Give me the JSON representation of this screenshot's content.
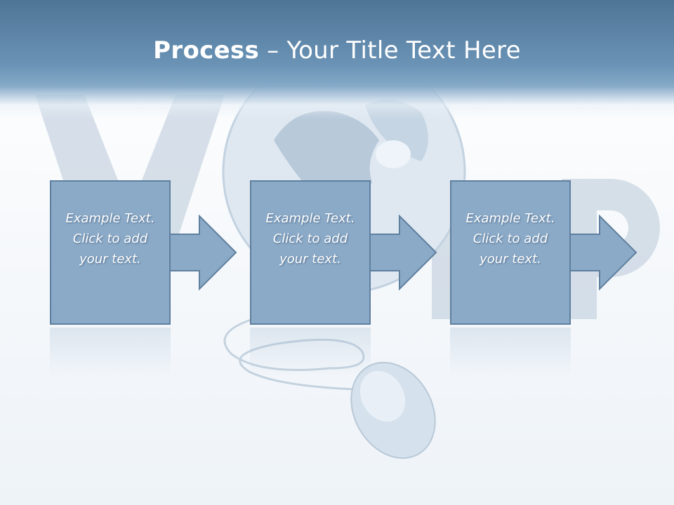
{
  "slide": {
    "title_bold": "Process",
    "title_rest": " – Your Title Text Here"
  },
  "steps": [
    {
      "text": "Example Text.\nClick  to add\nyour text."
    },
    {
      "text": "Example Text.\nClick  to add\nyour text."
    },
    {
      "text": "Example Text.\nClick  to add\nyour text."
    }
  ],
  "colors": {
    "header": "#5b82a5",
    "box_fill": "#8aaac8",
    "box_border": "#5f7f9e",
    "arrow_fill": "#8aaac8"
  },
  "background_art": [
    "globe-illustration",
    "computer-mouse-illustration",
    "voip-letters"
  ]
}
